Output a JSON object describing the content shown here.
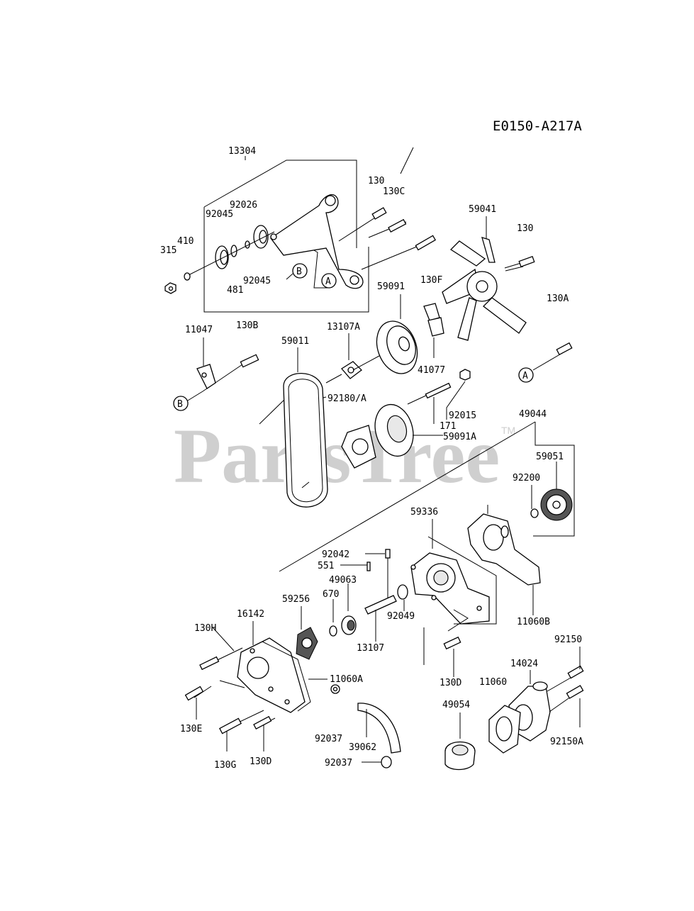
{
  "diagram": {
    "code": "E0150-A217A",
    "watermark": "PartsTree",
    "trademark": "TM",
    "callouts": {
      "a1": "A",
      "a2": "A",
      "b1": "B",
      "b2": "B"
    },
    "parts": [
      "13304",
      "130",
      "130C",
      "92026",
      "92045",
      "410",
      "315",
      "481",
      "92045",
      "130F",
      "59041",
      "130",
      "59091",
      "130B",
      "11047",
      "59011",
      "13107A",
      "41077",
      "130A",
      "92180/A",
      "92015",
      "171",
      "59091A",
      "49044",
      "59051",
      "92200",
      "59336",
      "92042",
      "551",
      "49063",
      "670",
      "59256",
      "16142",
      "130H",
      "92049",
      "13107",
      "11060B",
      "11060A",
      "92150",
      "14024",
      "11060",
      "130D",
      "130E",
      "49054",
      "92037",
      "39062",
      "92150A",
      "130G",
      "130D",
      "92037"
    ]
  }
}
